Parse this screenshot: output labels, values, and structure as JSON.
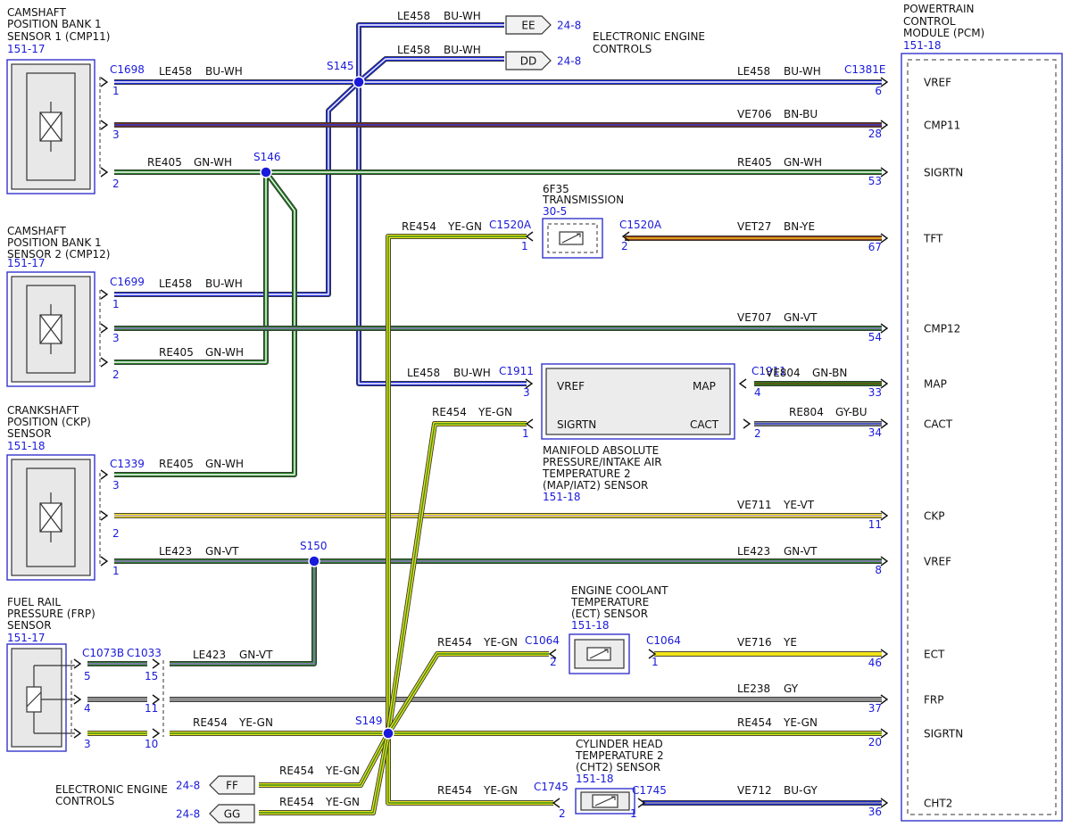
{
  "colors": {
    "BU-WH": [
      "#1f2bd6",
      "#ffffff"
    ],
    "BN-BU": [
      "#7a2f25",
      "#2a3ad0"
    ],
    "GN-WH": [
      "#1f7a1f",
      "#ffffff"
    ],
    "BN-YE": [
      "#8a3a1a",
      "#f3c11a"
    ],
    "GN-VT": [
      "#2a7a2a",
      "#9a7ad0"
    ],
    "GN-BN": [
      "#2a7a1a",
      "#6b4a1a"
    ],
    "GY-BU": [
      "#8a8a8a",
      "#3a4ad6"
    ],
    "YE-VT": [
      "#f2e01a",
      "#b097d8"
    ],
    "YE-GN": [
      "#e8e21a",
      "#3a8a1a"
    ],
    "YE": [
      "#f2e31a",
      "#f2e31a"
    ],
    "GY": [
      "#8f8f8f",
      "#8f8f8f"
    ],
    "BU-GY": [
      "#1f2bd6",
      "#9a9a9a"
    ]
  },
  "components": {
    "cmp11": {
      "line1": "CAMSHAFT",
      "line2": "POSITION BANK 1",
      "line3": "SENSOR 1 (CMP11)",
      "ref": "151-17"
    },
    "cmp12": {
      "line1": "CAMSHAFT",
      "line2": "POSITION BANK 1",
      "line3": "SENSOR 2 (CMP12)",
      "ref": "151-17"
    },
    "ckp": {
      "line1": "CRANKSHAFT",
      "line2": "POSITION (CKP)",
      "line3": "SENSOR",
      "ref": "151-18"
    },
    "frp": {
      "line1": "FUEL RAIL",
      "line2": "PRESSURE (FRP)",
      "line3": "SENSOR",
      "ref": "151-17"
    },
    "pcm": {
      "line1": "POWERTRAIN",
      "line2": "CONTROL",
      "line3": "MODULE (PCM)",
      "ref": "151-18"
    },
    "trans": {
      "line1": "6F35",
      "line2": "TRANSMISSION",
      "ref": "30-5"
    },
    "map": {
      "line1": "MANIFOLD ABSOLUTE",
      "line2": "PRESSURE/INTAKE AIR",
      "line3": "TEMPERATURE 2",
      "line4": "(MAP/IAT2) SENSOR",
      "ref": "151-18",
      "pin_vref": "VREF",
      "pin_sigrtn": "SIGRTN",
      "pin_map": "MAP",
      "pin_cact": "CACT"
    },
    "ect": {
      "line1": "ENGINE COOLANT",
      "line2": "TEMPERATURE",
      "line3": "(ECT) SENSOR",
      "ref": "151-18"
    },
    "cht": {
      "line1": "CYLINDER HEAD",
      "line2": "TEMPERATURE 2",
      "line3": "(CHT2) SENSOR",
      "ref": "151-18"
    }
  },
  "eec_top": {
    "line1": "ELECTRONIC ENGINE",
    "line2": "CONTROLS"
  },
  "eec_bottom": {
    "line1": "ELECTRONIC ENGINE",
    "line2": "CONTROLS"
  },
  "offpage": {
    "ee": {
      "label": "EE",
      "ref": "24-8"
    },
    "dd": {
      "label": "DD",
      "ref": "24-8"
    },
    "ff": {
      "label": "FF",
      "ref": "24-8"
    },
    "gg": {
      "label": "GG",
      "ref": "24-8"
    }
  },
  "splices": [
    "S145",
    "S146",
    "S150",
    "S149"
  ],
  "connectors": [
    "C1698",
    "C1699",
    "C1339",
    "C1073B",
    "C1033",
    "C1381E",
    "C1520A",
    "C1911",
    "C1064",
    "C1745"
  ],
  "pcm_pins": [
    {
      "pin": "6",
      "name": "VREF"
    },
    {
      "pin": "28",
      "name": "CMP11"
    },
    {
      "pin": "53",
      "name": "SIGRTN"
    },
    {
      "pin": "67",
      "name": "TFT"
    },
    {
      "pin": "54",
      "name": "CMP12"
    },
    {
      "pin": "33",
      "name": "MAP"
    },
    {
      "pin": "34",
      "name": "CACT"
    },
    {
      "pin": "11",
      "name": "CKP"
    },
    {
      "pin": "8",
      "name": "VREF"
    },
    {
      "pin": "46",
      "name": "ECT"
    },
    {
      "pin": "37",
      "name": "FRP"
    },
    {
      "pin": "20",
      "name": "SIGRTN"
    },
    {
      "pin": "36",
      "name": "CHT2"
    }
  ],
  "wire_labels": [
    {
      "circuit": "LE458",
      "color": "BU-WH"
    },
    {
      "circuit": "LE458",
      "color": "BU-WH"
    },
    {
      "circuit": "LE458",
      "color": "BU-WH"
    },
    {
      "circuit": "LE458",
      "color": "BU-WH"
    },
    {
      "circuit": "VE706",
      "color": "BN-BU"
    },
    {
      "circuit": "RE405",
      "color": "GN-WH"
    },
    {
      "circuit": "RE405",
      "color": "GN-WH"
    },
    {
      "circuit": "RE454",
      "color": "YE-GN"
    },
    {
      "circuit": "VET27",
      "color": "BN-YE"
    },
    {
      "circuit": "LE458",
      "color": "BU-WH"
    },
    {
      "circuit": "VE707",
      "color": "GN-VT"
    },
    {
      "circuit": "RE405",
      "color": "GN-WH"
    },
    {
      "circuit": "LE458",
      "color": "BU-WH"
    },
    {
      "circuit": "VE804",
      "color": "GN-BN"
    },
    {
      "circuit": "RE454",
      "color": "YE-GN"
    },
    {
      "circuit": "RE804",
      "color": "GY-BU"
    },
    {
      "circuit": "RE405",
      "color": "GN-WH"
    },
    {
      "circuit": "VE711",
      "color": "YE-VT"
    },
    {
      "circuit": "LE423",
      "color": "GN-VT"
    },
    {
      "circuit": "LE423",
      "color": "GN-VT"
    },
    {
      "circuit": "RE454",
      "color": "YE-GN"
    },
    {
      "circuit": "VE716",
      "color": "YE"
    },
    {
      "circuit": "LE423",
      "color": "GN-VT"
    },
    {
      "circuit": "LE238",
      "color": "GY"
    },
    {
      "circuit": "RE454",
      "color": "YE-GN"
    },
    {
      "circuit": "RE454",
      "color": "YE-GN"
    },
    {
      "circuit": "RE454",
      "color": "YE-GN"
    },
    {
      "circuit": "RE454",
      "color": "YE-GN"
    },
    {
      "circuit": "RE454",
      "color": "YE-GN"
    },
    {
      "circuit": "VE712",
      "color": "BU-GY"
    }
  ],
  "pin_numbers": [
    "1",
    "3",
    "2",
    "1",
    "3",
    "2",
    "3",
    "2",
    "1",
    "5",
    "4",
    "3",
    "15",
    "11",
    "10",
    "1",
    "2",
    "3",
    "1",
    "4",
    "2",
    "2",
    "1",
    "2",
    "1"
  ]
}
